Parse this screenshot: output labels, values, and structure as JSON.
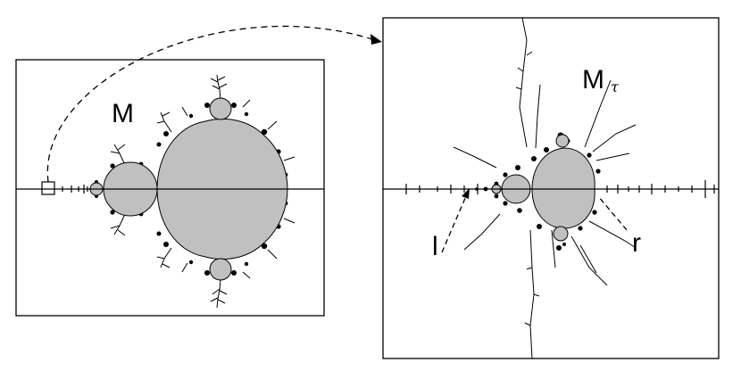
{
  "left_panel": {
    "label": "M"
  },
  "right_panel": {
    "label_main": "M",
    "label_sub": "τ",
    "left_point_label": "l",
    "right_point_label": "r"
  },
  "colors": {
    "fill": "#c0c0c0",
    "outline": "#000000",
    "background": "#ffffff"
  }
}
